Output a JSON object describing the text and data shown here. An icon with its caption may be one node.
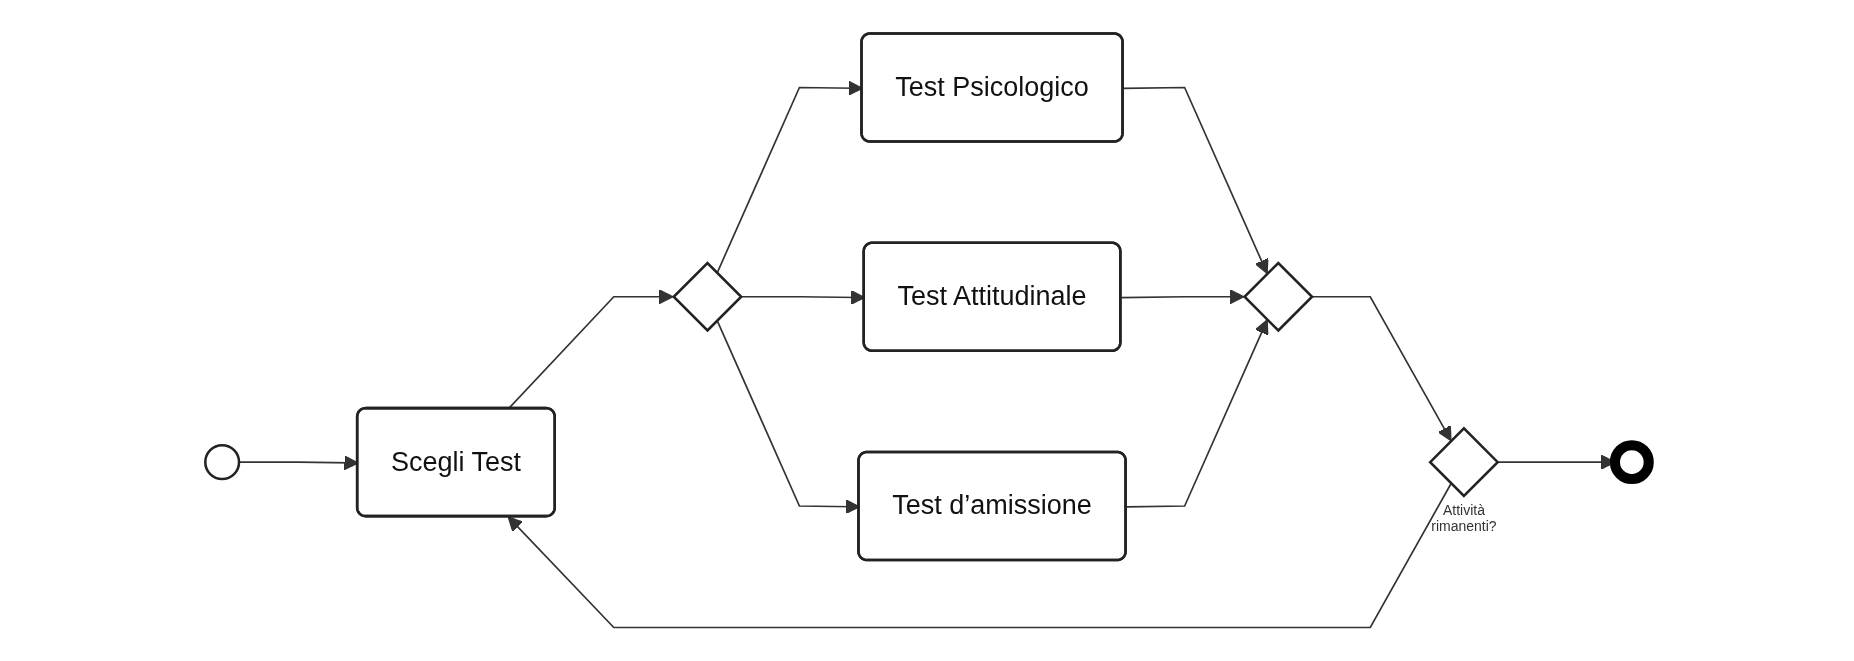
{
  "diagram": {
    "nodes": [
      {
        "text": [],
        "shape": "circle"
      },
      {
        "text": [
          "Scegli Test"
        ]
      },
      {
        "text": [],
        "shape": "diamond"
      },
      {
        "text": [
          "Test Psicologico"
        ]
      },
      {
        "text": [
          "Test Attitudinale"
        ]
      },
      {
        "text": [
          "Test d’amissione"
        ]
      },
      {
        "text": [],
        "shape": "diamond"
      },
      {
        "text": [],
        "shape": "diamond",
        "beside": [
          "Attività rimanenti?"
        ]
      },
      {
        "text": [],
        "shape": "circle"
      }
    ],
    "edges": [
      {
        "from": 0,
        "to": 1,
        "arrow": "to"
      },
      {
        "from": 1,
        "to": 2,
        "arrow": "to"
      },
      {
        "from": 2,
        "to": 3,
        "arrow": "to"
      },
      {
        "from": 2,
        "to": 4,
        "arrow": "to"
      },
      {
        "from": 2,
        "to": 5,
        "arrow": "to"
      },
      {
        "from": 3,
        "to": 6,
        "arrow": "to"
      },
      {
        "from": 4,
        "to": 6,
        "arrow": "to"
      },
      {
        "from": 5,
        "to": 6,
        "arrow": "to"
      },
      {
        "from": 6,
        "to": 7,
        "arrow": "to"
      },
      {
        "from": 7,
        "to": 8,
        "arrow": "to"
      },
      {
        "from": 7,
        "to": 1,
        "arrow": "to"
      }
    ]
  }
}
